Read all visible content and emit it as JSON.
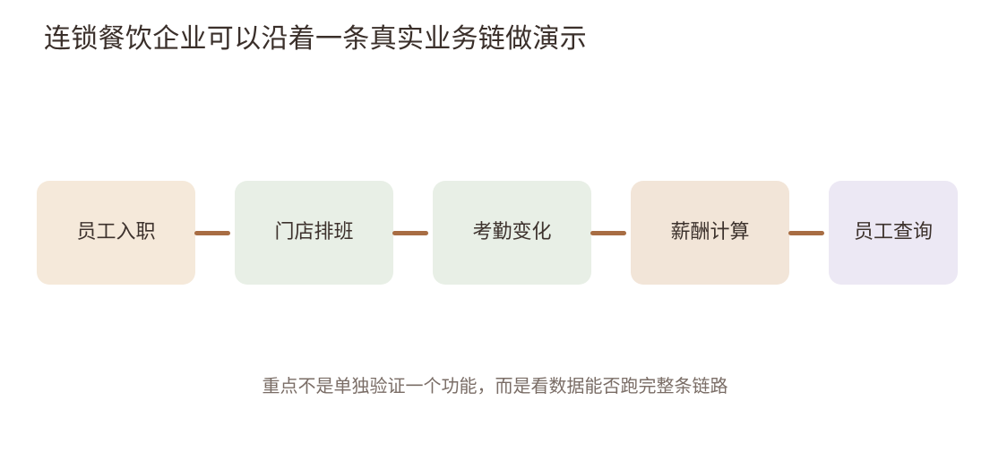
{
  "title": "连锁餐饮企业可以沿着一条真实业务链做演示",
  "steps": [
    {
      "label": "员工入职"
    },
    {
      "label": "门店排班"
    },
    {
      "label": "考勤变化"
    },
    {
      "label": "薪酬计算"
    },
    {
      "label": "员工查询"
    }
  ],
  "caption": "重点不是单独验证一个功能，而是看数据能否跑完整条链路",
  "colors": {
    "connector": "#a86d43",
    "step_warm": "#f5e9da",
    "step_green": "#e8efe6",
    "step_peach": "#f2e5d8",
    "step_lavender": "#ece8f4"
  }
}
